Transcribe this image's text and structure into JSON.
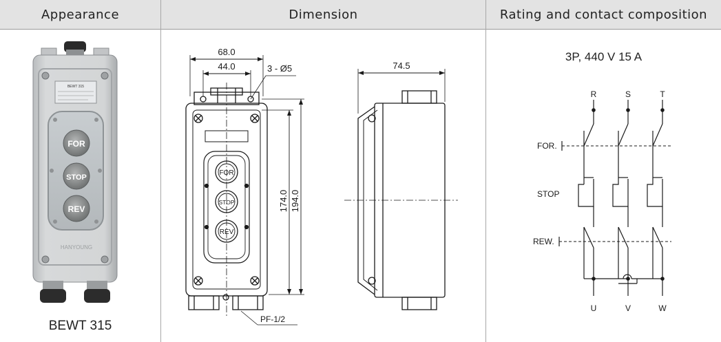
{
  "table": {
    "headers": [
      "Appearance",
      "Dimension",
      "Rating and contact composition"
    ]
  },
  "appearance": {
    "model": "BEWT 315",
    "nameplate": "BEWT 315",
    "buttons": [
      "FOR",
      "STOP",
      "REV"
    ],
    "brand": "HANYOUNG"
  },
  "dimension": {
    "width_outer": "68.0",
    "width_inner": "44.0",
    "holes": "3 - Ø5",
    "depth": "74.5",
    "height_inner": "174.0",
    "height_outer": "194.0",
    "conduit": "PF-1/2",
    "buttons": [
      "FOR",
      "STOP",
      "REV"
    ]
  },
  "rating": {
    "title": "3P, 440 V 15 A",
    "top_terminals": [
      "R",
      "S",
      "T"
    ],
    "bottom_terminals": [
      "U",
      "V",
      "W"
    ],
    "rows": [
      "FOR.",
      "STOP",
      "REW."
    ]
  },
  "colors": {
    "header_bg": "#e3e3e3",
    "line": "#1a1a1a",
    "enclosure": "#c9ccce"
  }
}
